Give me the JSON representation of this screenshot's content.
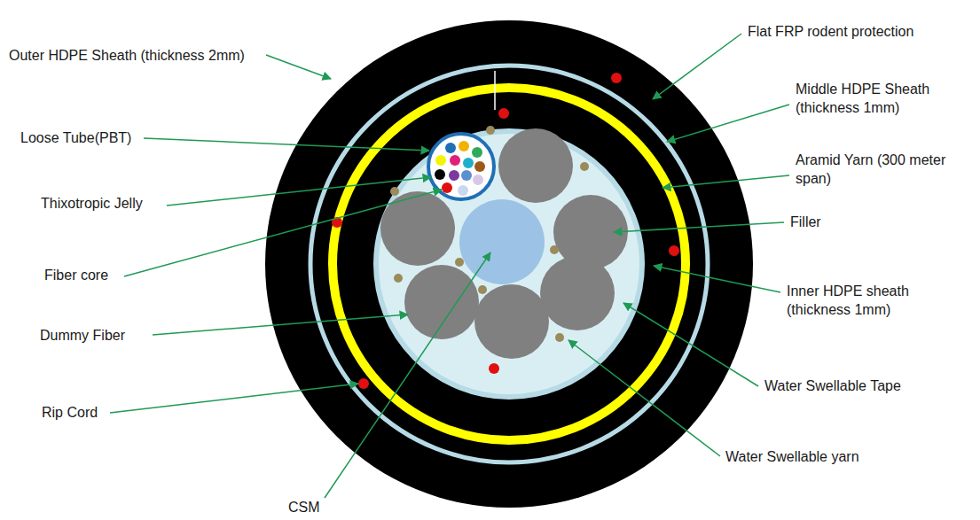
{
  "diagram": {
    "labels": [
      "Outer HDPE Sheath (thickness 2mm)",
      "Flat FRP rodent protection",
      "Middle HDPE Sheath (thickness 1mm)",
      "Loose Tube(PBT)",
      "Aramid Yarn (300 meter span)",
      "Thixotropic Jelly",
      "Filler",
      "Fiber core",
      "Inner HDPE sheath (thickness 1mm)",
      "Dummy Fiber",
      "Water Swellable Tape",
      "Rip Cord",
      "Water Swellable yarn",
      "CSM"
    ]
  }
}
